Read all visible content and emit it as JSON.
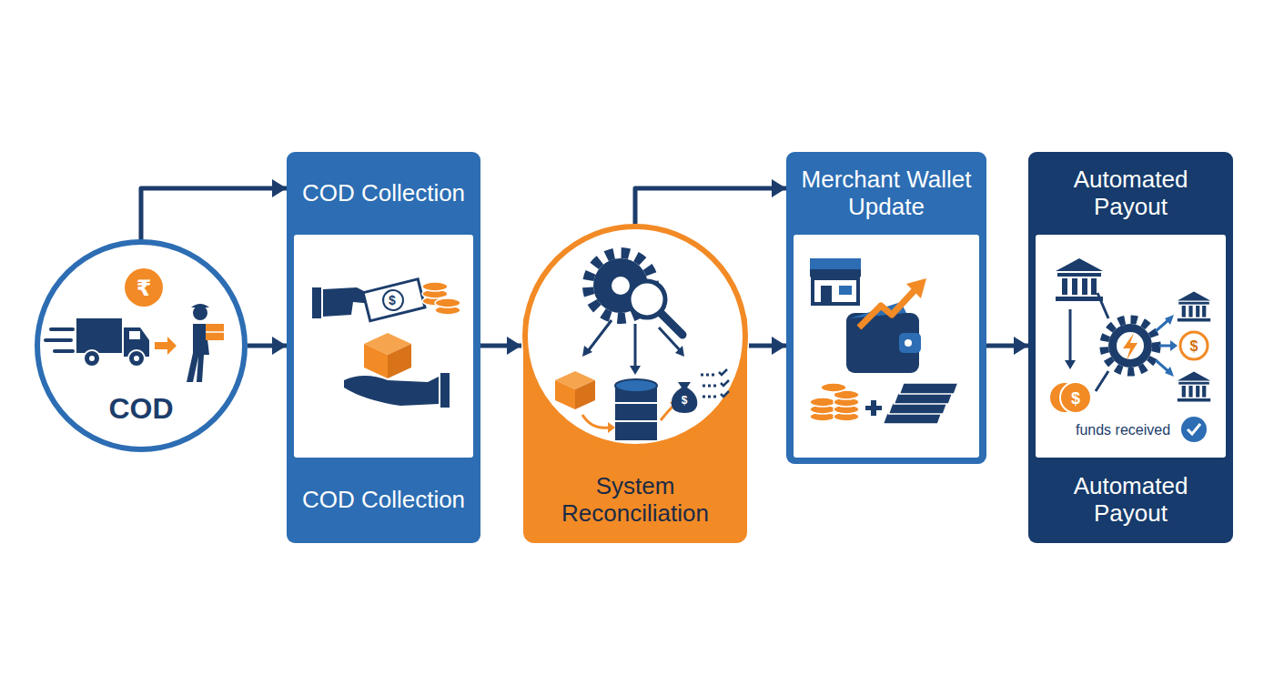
{
  "diagram": {
    "nodes": [
      {
        "text": [
          "COD"
        ]
      },
      {
        "text": [
          "COD Collection",
          "COD Collection"
        ]
      },
      {
        "text": [
          "System Reconciliation"
        ]
      },
      {
        "text": [
          "Merchant Wallet Update"
        ]
      },
      {
        "text": [
          "Automated Payout",
          "Automated Payout"
        ]
      }
    ],
    "edges": [
      {
        "from": 0,
        "to": 1,
        "arrow": "to"
      },
      {
        "from": 0,
        "to": 1,
        "arrow": "to"
      },
      {
        "from": 1,
        "to": 2,
        "arrow": "to"
      },
      {
        "from": 2,
        "to": 3,
        "arrow": "to"
      },
      {
        "from": 2,
        "to": 3,
        "arrow": "to"
      },
      {
        "from": 3,
        "to": 4,
        "arrow": "to"
      }
    ],
    "labels": [
      "₹",
      "$",
      "$",
      "$",
      "$",
      "funds received"
    ]
  }
}
